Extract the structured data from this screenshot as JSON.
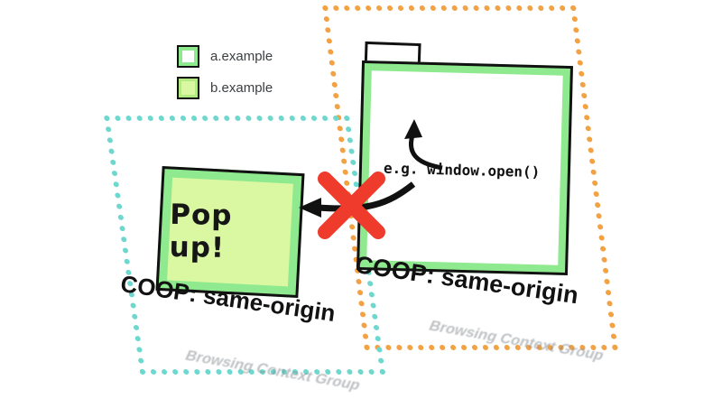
{
  "legend": {
    "items": [
      {
        "label": "a.example"
      },
      {
        "label": "b.example"
      }
    ]
  },
  "main_window": {
    "coop_label": "COOP: same-origin",
    "annotation": "e.g. window.open()"
  },
  "popup_window": {
    "title": "Pop up!",
    "coop_label": "COOP: same-origin"
  },
  "groups": {
    "orange_caption": "Browsing Context Group",
    "teal_caption": "Browsing Context Group"
  },
  "colors": {
    "orange": "#F2A143",
    "teal": "#6FD8CE",
    "green_border": "#8FE98F",
    "green_fill": "#DAF7A1",
    "red": "#EE3B2C",
    "caption_gray": "#8A8F94"
  }
}
